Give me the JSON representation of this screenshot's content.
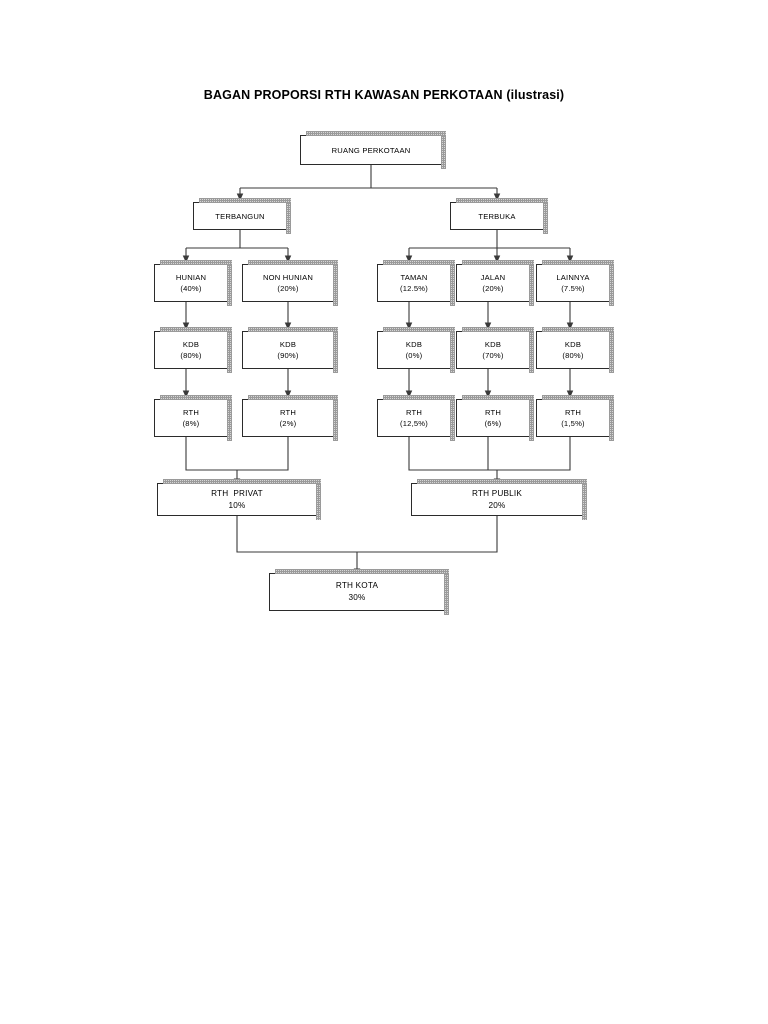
{
  "title": "BAGAN PROPORSI RTH KAWASAN PERKOTAAN (ilustrasi)",
  "chart_data": {
    "type": "diagram",
    "title": "BAGAN PROPORSI RTH KAWASAN PERKOTAAN (ilustrasi)",
    "diagram_kind": "hierarchical flowchart / tree",
    "language": "Indonesian",
    "levels": 6,
    "nodes": [
      {
        "id": "root",
        "label": "RUANG PERKOTAAN",
        "value": "",
        "level": 1
      },
      {
        "id": "terbangun",
        "label": "TERBANGUN",
        "value": "",
        "level": 2
      },
      {
        "id": "terbuka",
        "label": "TERBUKA",
        "value": "",
        "level": 2
      },
      {
        "id": "hunian",
        "label": "HUNIAN",
        "value": "(40%)",
        "level": 3
      },
      {
        "id": "non-hunian",
        "label": "NON HUNIAN",
        "value": "(20%)",
        "level": 3
      },
      {
        "id": "taman",
        "label": "TAMAN",
        "value": "(12.5%)",
        "level": 3
      },
      {
        "id": "jalan",
        "label": "JALAN",
        "value": "(20%)",
        "level": 3
      },
      {
        "id": "lainnya",
        "label": "LAINNYA",
        "value": "(7.5%)",
        "level": 3
      },
      {
        "id": "kdb-hunian",
        "label": "KDB",
        "value": "(80%)",
        "level": 4
      },
      {
        "id": "kdb-nonhunian",
        "label": "KDB",
        "value": "(90%)",
        "level": 4
      },
      {
        "id": "kdb-taman",
        "label": "KDB",
        "value": "(0%)",
        "level": 4
      },
      {
        "id": "kdb-jalan",
        "label": "KDB",
        "value": "(70%)",
        "level": 4
      },
      {
        "id": "kdb-lainnya",
        "label": "KDB",
        "value": "(80%)",
        "level": 4
      },
      {
        "id": "rth-hunian",
        "label": "RTH",
        "value": "(8%)",
        "level": 5
      },
      {
        "id": "rth-nonhunian",
        "label": "RTH",
        "value": "(2%)",
        "level": 5
      },
      {
        "id": "rth-taman",
        "label": "RTH",
        "value": "(12,5%)",
        "level": 5
      },
      {
        "id": "rth-jalan",
        "label": "RTH",
        "value": "(6%)",
        "level": 5
      },
      {
        "id": "rth-lainnya",
        "label": "RTH",
        "value": "(1,5%)",
        "level": 5
      },
      {
        "id": "rth-privat",
        "label": "RTH  PRIVAT",
        "value": "10%",
        "level": 6
      },
      {
        "id": "rth-publik",
        "label": "RTH PUBLIK",
        "value": "20%",
        "level": 6
      },
      {
        "id": "rth-kota",
        "label": "RTH KOTA",
        "value": "30%",
        "level": 7
      }
    ],
    "edges": [
      [
        "root",
        "terbangun"
      ],
      [
        "root",
        "terbuka"
      ],
      [
        "terbangun",
        "hunian"
      ],
      [
        "terbangun",
        "non-hunian"
      ],
      [
        "terbuka",
        "taman"
      ],
      [
        "terbuka",
        "jalan"
      ],
      [
        "terbuka",
        "lainnya"
      ],
      [
        "hunian",
        "kdb-hunian"
      ],
      [
        "non-hunian",
        "kdb-nonhunian"
      ],
      [
        "taman",
        "kdb-taman"
      ],
      [
        "jalan",
        "kdb-jalan"
      ],
      [
        "lainnya",
        "kdb-lainnya"
      ],
      [
        "kdb-hunian",
        "rth-hunian"
      ],
      [
        "kdb-nonhunian",
        "rth-nonhunian"
      ],
      [
        "kdb-taman",
        "rth-taman"
      ],
      [
        "kdb-jalan",
        "rth-jalan"
      ],
      [
        "kdb-lainnya",
        "rth-lainnya"
      ],
      [
        "rth-hunian",
        "rth-privat"
      ],
      [
        "rth-nonhunian",
        "rth-privat"
      ],
      [
        "rth-taman",
        "rth-publik"
      ],
      [
        "rth-jalan",
        "rth-publik"
      ],
      [
        "rth-lainnya",
        "rth-publik"
      ],
      [
        "rth-privat",
        "rth-kota"
      ],
      [
        "rth-publik",
        "rth-kota"
      ]
    ],
    "colors": {
      "box_fill": "#ffffff",
      "box_border": "#2b2b2b",
      "shadow": "#d6d6d6",
      "connector": "#3a3a3a",
      "text": "#000000"
    }
  },
  "nodes": {
    "root": {
      "label": "RUANG PERKOTAAN",
      "value": ""
    },
    "terbangun": {
      "label": "TERBANGUN",
      "value": ""
    },
    "terbuka": {
      "label": "TERBUKA",
      "value": ""
    },
    "hunian": {
      "label": "HUNIAN",
      "value": "(40%)"
    },
    "non_hunian": {
      "label": "NON HUNIAN",
      "value": "(20%)"
    },
    "taman": {
      "label": "TAMAN",
      "value": "(12.5%)"
    },
    "jalan": {
      "label": "JALAN",
      "value": "(20%)"
    },
    "lainnya": {
      "label": "LAINNYA",
      "value": "(7.5%)"
    },
    "kdb_hunian": {
      "label": "KDB",
      "value": "(80%)"
    },
    "kdb_nonhunian": {
      "label": "KDB",
      "value": "(90%)"
    },
    "kdb_taman": {
      "label": "KDB",
      "value": "(0%)"
    },
    "kdb_jalan": {
      "label": "KDB",
      "value": "(70%)"
    },
    "kdb_lainnya": {
      "label": "KDB",
      "value": "(80%)"
    },
    "rth_hunian": {
      "label": "RTH",
      "value": "(8%)"
    },
    "rth_nonhunian": {
      "label": "RTH",
      "value": "(2%)"
    },
    "rth_taman": {
      "label": "RTH",
      "value": "(12,5%)"
    },
    "rth_jalan": {
      "label": "RTH",
      "value": "(6%)"
    },
    "rth_lainnya": {
      "label": "RTH",
      "value": "(1,5%)"
    },
    "rth_privat": {
      "label": "RTH  PRIVAT",
      "value": "10%"
    },
    "rth_publik": {
      "label": "RTH PUBLIK",
      "value": "20%"
    },
    "rth_kota": {
      "label": "RTH KOTA",
      "value": "30%"
    }
  }
}
